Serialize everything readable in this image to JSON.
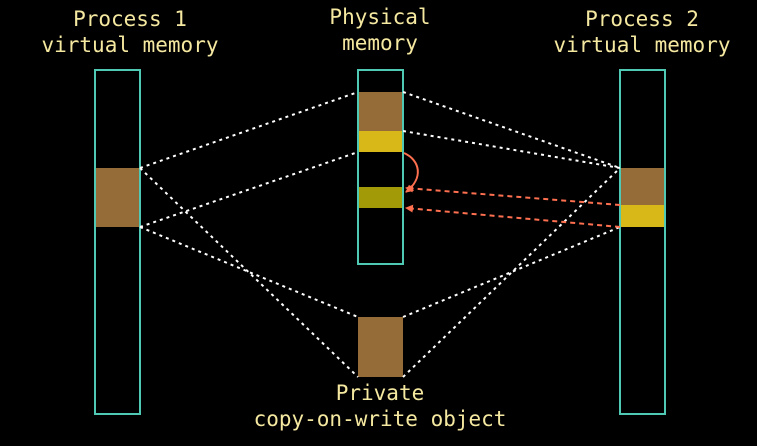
{
  "labels": {
    "process1_line1": "Process 1",
    "process1_line2": "virtual memory",
    "physical_line1": "Physical",
    "physical_line2": "memory",
    "process2_line1": "Process 2",
    "process2_line2": "virtual memory",
    "object_line1": "Private",
    "object_line2": "copy-on-write object"
  },
  "colors": {
    "background": "#000000",
    "label_text": "#f5e8a0",
    "column_border": "#4fc8b4",
    "shared_region": "#956c38",
    "copied_page": "#d8b818",
    "new_private_page": "#a39a08",
    "mapping_line": "#ffffff",
    "copy_arrow": "#ff7050"
  }
}
